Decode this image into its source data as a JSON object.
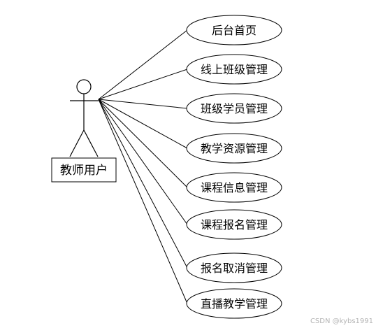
{
  "actor": {
    "label": "教师用户"
  },
  "use_cases": [
    {
      "label": "后台首页"
    },
    {
      "label": "线上班级管理"
    },
    {
      "label": "班级学员管理"
    },
    {
      "label": "教学资源管理"
    },
    {
      "label": "课程信息管理"
    },
    {
      "label": "课程报名管理"
    },
    {
      "label": "报名取消管理"
    },
    {
      "label": "直播教学管理"
    }
  ],
  "watermark": "CSDN @kybs1991"
}
